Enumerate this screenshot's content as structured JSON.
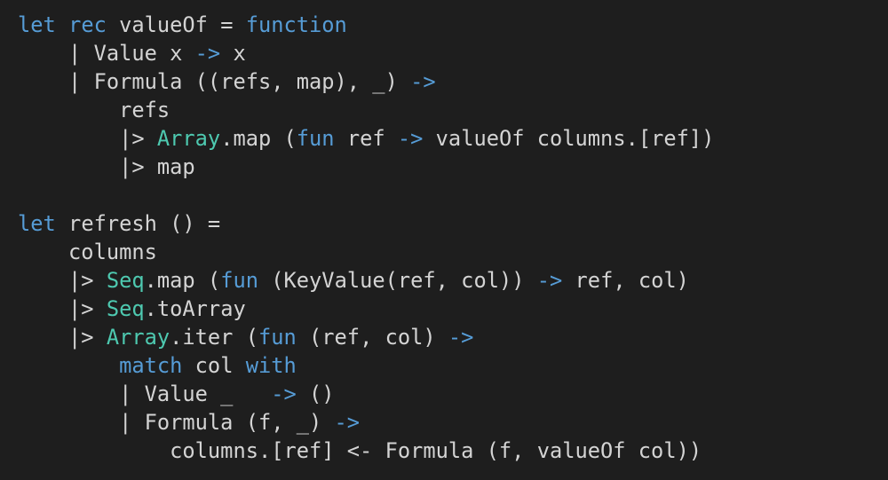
{
  "theme": {
    "background": "#1e1e1e",
    "text": "#d4d4d4",
    "keyword": "#569cd6",
    "type": "#4ec9b0"
  },
  "lines": [
    {
      "tokens": [
        [
          "let",
          "kw"
        ],
        [
          " ",
          "tx"
        ],
        [
          "rec",
          "kw"
        ],
        [
          " valueOf = ",
          "tx"
        ],
        [
          "function",
          "kw"
        ]
      ]
    },
    {
      "tokens": [
        [
          "    | Value x ",
          "tx"
        ],
        [
          "->",
          "op"
        ],
        [
          " x",
          "tx"
        ]
      ]
    },
    {
      "tokens": [
        [
          "    | Formula ((refs, map), _) ",
          "tx"
        ],
        [
          "->",
          "op"
        ]
      ]
    },
    {
      "tokens": [
        [
          "        refs",
          "tx"
        ]
      ]
    },
    {
      "tokens": [
        [
          "        |> ",
          "tx"
        ],
        [
          "Array",
          "ty"
        ],
        [
          ".map (",
          "tx"
        ],
        [
          "fun",
          "kw"
        ],
        [
          " ref ",
          "tx"
        ],
        [
          "->",
          "op"
        ],
        [
          " valueOf columns.[ref])",
          "tx"
        ]
      ]
    },
    {
      "tokens": [
        [
          "        |> map",
          "tx"
        ]
      ]
    },
    {
      "tokens": []
    },
    {
      "tokens": [
        [
          "let",
          "kw"
        ],
        [
          " refresh () =",
          "tx"
        ]
      ]
    },
    {
      "tokens": [
        [
          "    columns",
          "tx"
        ]
      ]
    },
    {
      "tokens": [
        [
          "    |> ",
          "tx"
        ],
        [
          "Seq",
          "ty"
        ],
        [
          ".map (",
          "tx"
        ],
        [
          "fun",
          "kw"
        ],
        [
          " (KeyValue(ref, col)) ",
          "tx"
        ],
        [
          "->",
          "op"
        ],
        [
          " ref, col)",
          "tx"
        ]
      ]
    },
    {
      "tokens": [
        [
          "    |> ",
          "tx"
        ],
        [
          "Seq",
          "ty"
        ],
        [
          ".toArray",
          "tx"
        ]
      ]
    },
    {
      "tokens": [
        [
          "    |> ",
          "tx"
        ],
        [
          "Array",
          "ty"
        ],
        [
          ".iter (",
          "tx"
        ],
        [
          "fun",
          "kw"
        ],
        [
          " (ref, col) ",
          "tx"
        ],
        [
          "->",
          "op"
        ]
      ]
    },
    {
      "tokens": [
        [
          "        ",
          "tx"
        ],
        [
          "match",
          "kw"
        ],
        [
          " col ",
          "tx"
        ],
        [
          "with",
          "kw"
        ]
      ]
    },
    {
      "tokens": [
        [
          "        | Value _   ",
          "tx"
        ],
        [
          "->",
          "op"
        ],
        [
          " ()",
          "tx"
        ]
      ]
    },
    {
      "tokens": [
        [
          "        | Formula (f, _) ",
          "tx"
        ],
        [
          "->",
          "op"
        ]
      ]
    },
    {
      "tokens": [
        [
          "            columns.[ref] <- Formula (f, valueOf col))",
          "tx"
        ]
      ]
    }
  ]
}
